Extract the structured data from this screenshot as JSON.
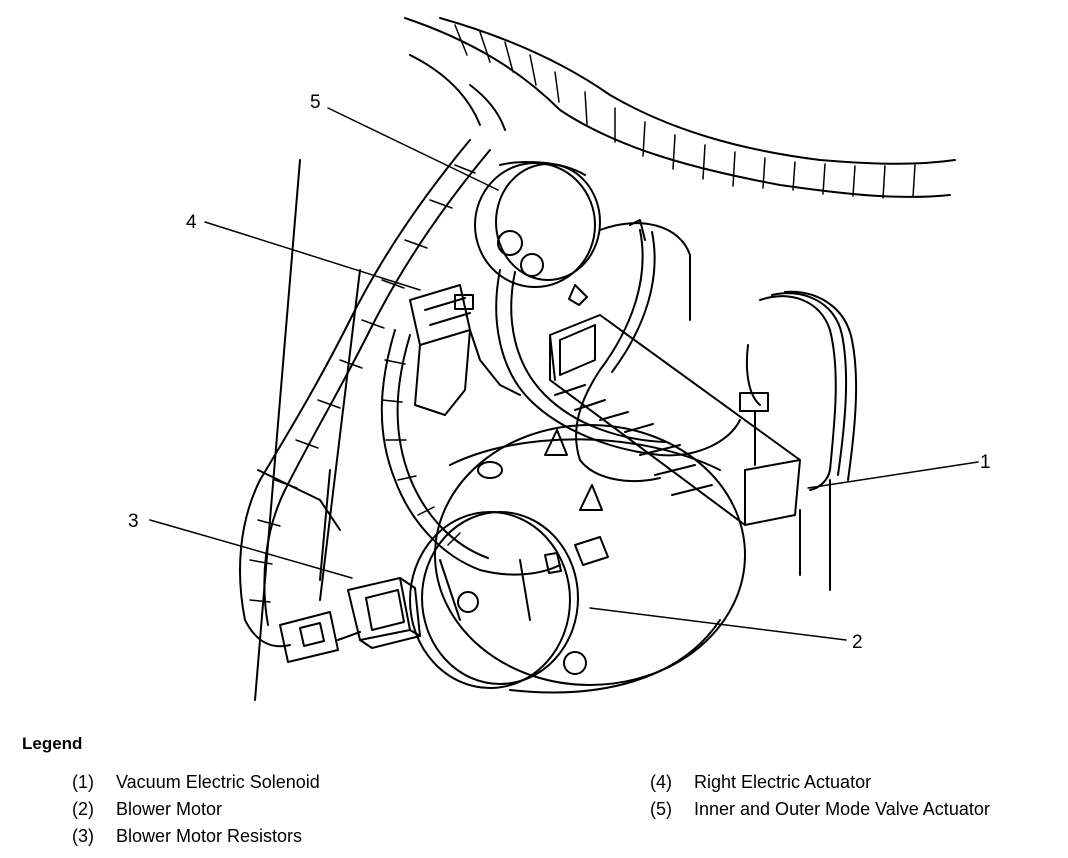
{
  "callouts": [
    "1",
    "2",
    "3",
    "4",
    "5"
  ],
  "legend": {
    "title": "Legend",
    "items": [
      {
        "num": "(1)",
        "label": "Vacuum Electric Solenoid"
      },
      {
        "num": "(2)",
        "label": "Blower Motor"
      },
      {
        "num": "(3)",
        "label": "Blower Motor Resistors"
      },
      {
        "num": "(4)",
        "label": "Right Electric Actuator"
      },
      {
        "num": "(5)",
        "label": "Inner and Outer Mode Valve Actuator"
      }
    ]
  }
}
